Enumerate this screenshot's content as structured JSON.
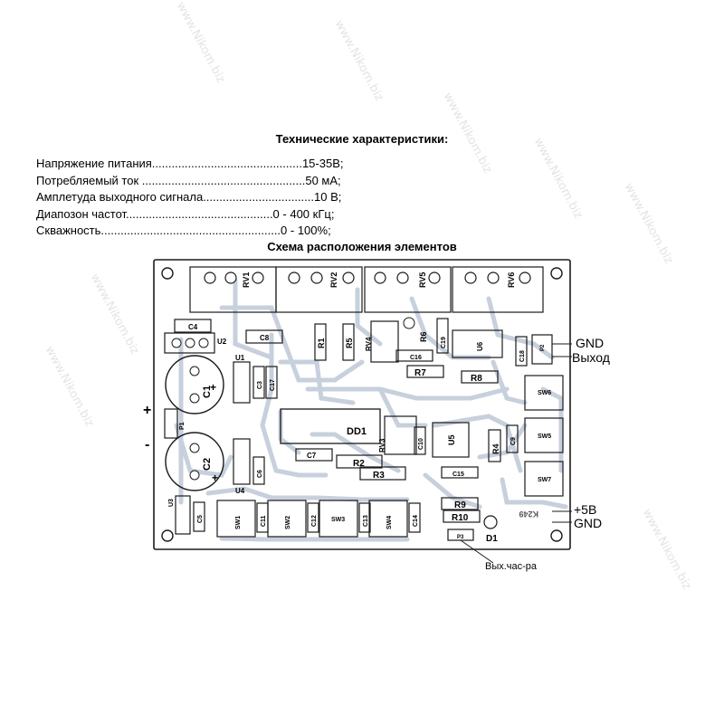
{
  "document": {
    "title": "Технические характеристики:",
    "specs": [
      "Напряжение питания..............................................15-35В;",
      "Потребляемый ток ..................................................50 мА;",
      "Амплетуда выходного сигнала..................................10 В;",
      "Диапозон частот.............................................0 - 400 кГц;",
      "Скважность.......................................................0 - 100%;"
    ],
    "layout_title": "Схема расположения элементов"
  },
  "board": {
    "external_labels": {
      "plus": "+",
      "minus": "-",
      "gnd_top": "GND",
      "output": "Выход",
      "plus5v": "+5В",
      "gnd_bottom": "GND",
      "freq_out": "Вых.час-ра"
    },
    "components": {
      "rv1": "RV1",
      "rv2": "RV2",
      "rv3": "RV3",
      "rv4": "RV4",
      "rv5": "RV5",
      "rv6": "RV6",
      "r1": "R1",
      "r2": "R2",
      "r3": "R3",
      "r4": "R4",
      "r5": "R5",
      "r6": "R6",
      "r7": "R7",
      "r8": "R8",
      "r9": "R9",
      "r10": "R10",
      "c1": "C1",
      "c2": "C2",
      "c3": "C3",
      "c4": "C4",
      "c5": "C5",
      "c6": "C6",
      "c7": "C7",
      "c8": "C8",
      "c9": "C9",
      "c10": "C10",
      "c11": "C11",
      "c12": "C12",
      "c13": "C13",
      "c14": "C14",
      "c15": "C15",
      "c16": "C16",
      "c17": "C17",
      "c18": "C18",
      "c19": "C19",
      "u1": "U1",
      "u2": "U2",
      "u3": "U3",
      "u4": "U4",
      "u5": "U5",
      "u6": "U6",
      "dd1": "DD1",
      "d1": "D1",
      "p1": "P1",
      "p2": "P2",
      "p3": "P3",
      "sw1": "SW1",
      "sw2": "SW2",
      "sw3": "SW3",
      "sw4": "SW4",
      "sw5": "SW5",
      "sw6": "SW6",
      "sw7": "SW7",
      "board_id": "K249"
    },
    "watermark": "www.Nikom.biz",
    "colors": {
      "trace": "#c7d0dc",
      "outline": "#1a1a1a"
    }
  }
}
